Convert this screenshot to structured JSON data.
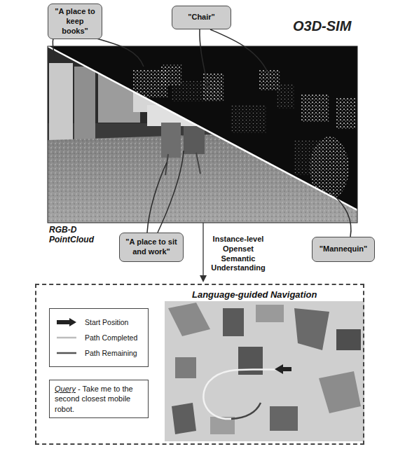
{
  "diagram": {
    "title": "O3D-SIM",
    "nodes": [
      {
        "text": [
          "\"A place to keep books\""
        ]
      },
      {
        "text": [
          "\"Chair\""
        ]
      },
      {
        "text": [
          "\"A place to sit and work\""
        ]
      },
      {
        "text": [
          "\"Mannequin\""
        ]
      },
      {
        "text": [
          "Language-guided Navigation"
        ]
      },
      {
        "text": [
          "Query",
          "- Take me to the second closest mobile robot."
        ],
        "in": 4
      }
    ],
    "labels": [
      "RGB-D PointCloud",
      "Instance-level Openset Semantic Understanding"
    ],
    "legend": [
      {
        "text": "Start Position"
      },
      {
        "text": "Path Completed"
      },
      {
        "text": "Path Remaining"
      }
    ]
  }
}
